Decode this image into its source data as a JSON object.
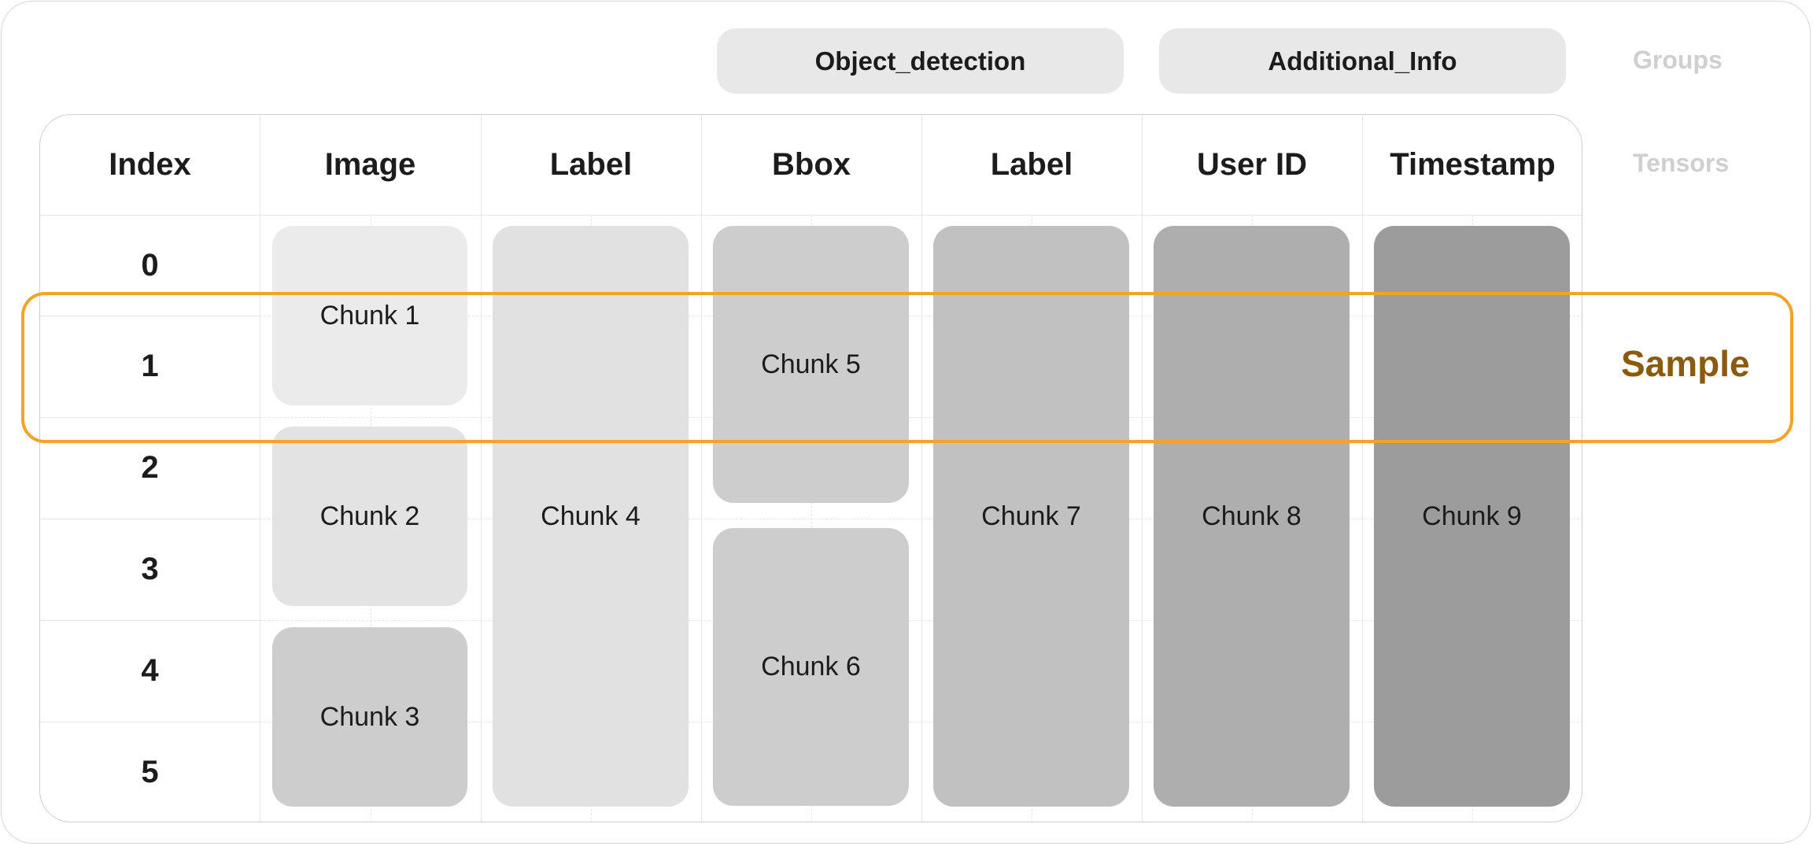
{
  "groups": {
    "object_detection": "Object_detection",
    "additional_info": "Additional_Info",
    "side_label": "Groups"
  },
  "tensors_label": "Tensors",
  "columns": [
    "Index",
    "Image",
    "Label",
    "Bbox",
    "Label",
    "User ID",
    "Timestamp"
  ],
  "rows": [
    "0",
    "1",
    "2",
    "3",
    "4",
    "5"
  ],
  "chunks": {
    "c1": "Chunk 1",
    "c2": "Chunk 2",
    "c3": "Chunk 3",
    "c4": "Chunk 4",
    "c5": "Chunk 5",
    "c6": "Chunk 6",
    "c7": "Chunk 7",
    "c8": "Chunk 8",
    "c9": "Chunk 9"
  },
  "sample_label": "Sample",
  "colors": {
    "sample_outline": "#f2a32a",
    "sample_text": "#8a5b0c",
    "chunk_shades": [
      "#ebebeb",
      "#e3e3e3",
      "#cdcdcd",
      "#e1e1e1",
      "#cdcdcd",
      "#cdcdcd",
      "#c1c1c1",
      "#aeaeae",
      "#9c9c9c"
    ]
  }
}
